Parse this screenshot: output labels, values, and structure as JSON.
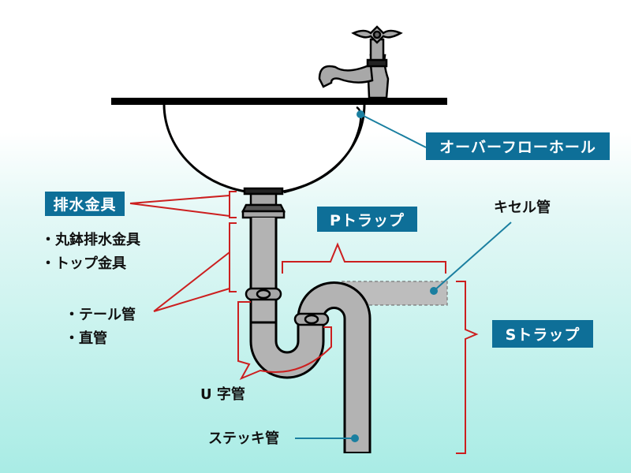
{
  "labels": {
    "overflow_hole": "オーバーフローホール",
    "drain_fitting": "排水金具",
    "bowl_drain_fitting": "・丸鉢排水金具",
    "top_fitting": "・トップ金具",
    "tail_pipe": "・テール管",
    "straight_pipe": "・直管",
    "u_pipe": "U 字管",
    "stick_pipe": "ステッキ管",
    "p_trap": "Pトラップ",
    "kiseru_pipe": "キセル管",
    "s_trap": "Sトラップ"
  },
  "colors": {
    "label_bg": "#0e6f98",
    "bracket": "#cc1f1f",
    "pipe": "#b3b3b3",
    "leader": "#1a7fa0"
  }
}
